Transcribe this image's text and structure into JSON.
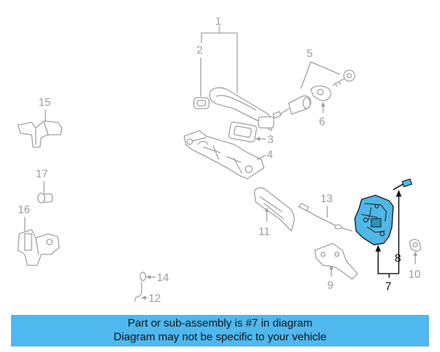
{
  "diagram": {
    "callouts": {
      "c1": "1",
      "c2": "2",
      "c3": "3",
      "c4": "4",
      "c5": "5",
      "c6": "6",
      "c7": "7",
      "c8": "8",
      "c9": "9",
      "c10": "10",
      "c11": "11",
      "c12": "12",
      "c13": "13",
      "c14": "14",
      "c15": "15",
      "c16": "16",
      "c17": "17"
    },
    "highlight_part": "7",
    "colors": {
      "line_gray": "#9a9a9a",
      "highlight_fill": "#4fb8e6",
      "banner_bg": "#4fb8ef",
      "text_dark": "#111111"
    }
  },
  "banner": {
    "line1": "Part or sub-assembly is #7 in diagram",
    "line2": "Diagram may not be specific to your vehicle"
  }
}
